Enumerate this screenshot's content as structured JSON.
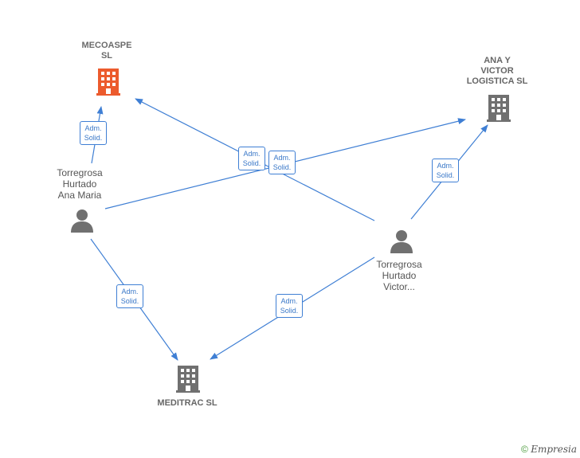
{
  "colors": {
    "edge": "#3f7fd4",
    "company_primary": "#ec5b2d",
    "company": "#707070",
    "person": "#707070"
  },
  "nodes": {
    "mecoaspe": {
      "label": "MECOASPE\nSL",
      "icon": "building-icon"
    },
    "ana_victor": {
      "label": "ANA Y\nVICTOR\nLOGISTICA  SL",
      "icon": "building-icon"
    },
    "meditrac": {
      "label": "MEDITRAC SL",
      "icon": "building-icon"
    },
    "ana_maria": {
      "label": "Torregrosa\nHurtado\nAna Maria",
      "icon": "person-icon"
    },
    "victor": {
      "label": "Torregrosa\nHurtado\nVictor...",
      "icon": "person-icon"
    }
  },
  "edge_label": "Adm.\nSolid.",
  "footer": {
    "copyright": "©",
    "brand": "Empresia"
  }
}
